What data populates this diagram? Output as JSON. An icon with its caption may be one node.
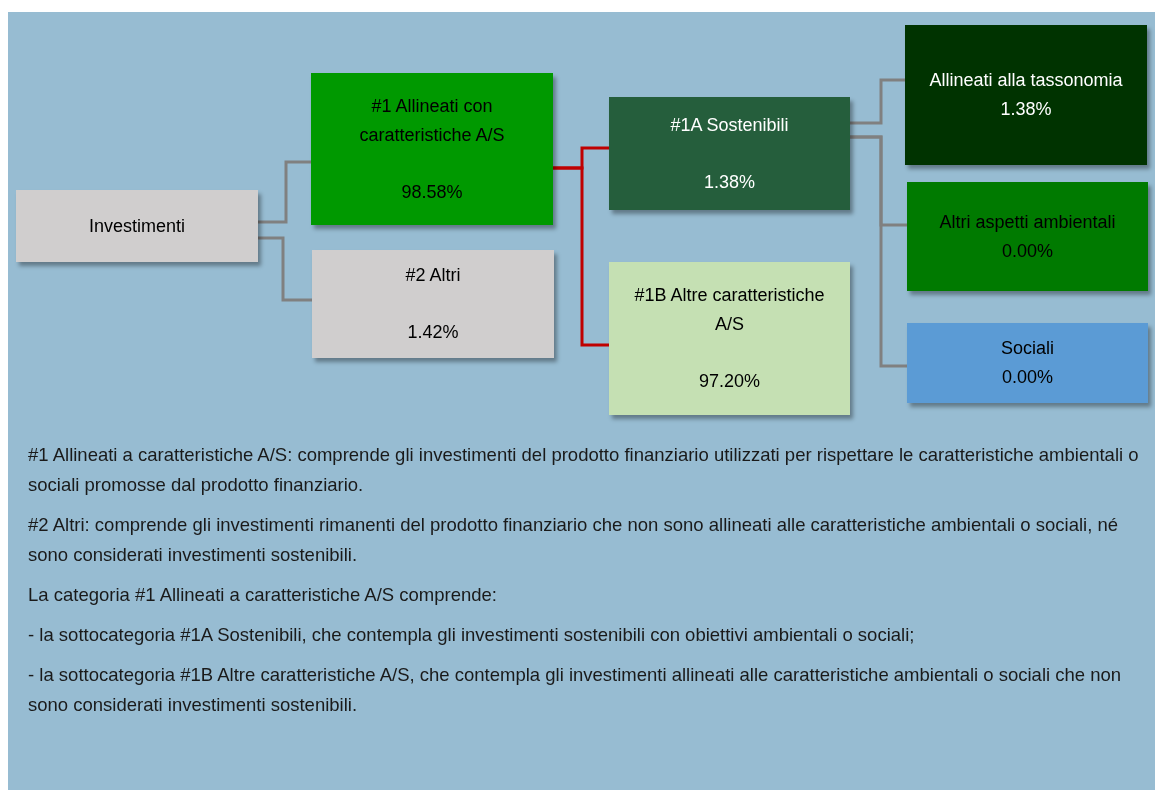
{
  "diagram": {
    "nodes": [
      {
        "text": [
          "Investimenti"
        ]
      },
      {
        "text": [
          "#1 Allineati con caratteristiche A/S",
          "98.58%"
        ]
      },
      {
        "text": [
          "#2 Altri",
          "1.42%"
        ]
      },
      {
        "text": [
          "#1A Sostenibili",
          "1.38%"
        ]
      },
      {
        "text": [
          "#1B Altre caratteristiche A/S",
          "97.20%"
        ]
      },
      {
        "text": [
          "Allineati alla tassonomia",
          "1.38%"
        ]
      },
      {
        "text": [
          "Altri aspetti ambientali",
          "0.00%"
        ]
      },
      {
        "text": [
          "Sociali",
          "0.00%"
        ]
      }
    ],
    "edges": [
      {
        "from": 0,
        "to": 1,
        "arrow": "none"
      },
      {
        "from": 0,
        "to": 2,
        "arrow": "none"
      },
      {
        "from": 1,
        "to": 3,
        "arrow": "none",
        "color": "#c00000"
      },
      {
        "from": 1,
        "to": 4,
        "arrow": "none",
        "color": "#c00000"
      },
      {
        "from": 3,
        "to": 5,
        "arrow": "none"
      },
      {
        "from": 3,
        "to": 6,
        "arrow": "none"
      },
      {
        "from": 3,
        "to": 7,
        "arrow": "none"
      }
    ],
    "labels": [
      "#1 Allineati a caratteristiche A/S: comprende gli investimenti del prodotto finanziario utilizzati per rispettare le caratteristiche ambientali o sociali promosse dal prodotto finanziario.",
      "#2 Altri: comprende gli investimenti rimanenti del prodotto finanziario che non sono allineati alle caratteristiche ambientali o sociali, né sono considerati investimenti sostenibili.",
      "La categoria #1 Allineati a caratteristiche A/S comprende:",
      "- la sottocategoria #1A Sostenibili, che contempla gli investimenti sostenibili con obiettivi ambientali o sociali;",
      "- la sottocategoria #1B Altre caratteristiche A/S, che contempla gli investimenti allineati alle caratteristiche ambientali o sociali che non sono considerati investimenti sostenibili."
    ]
  }
}
